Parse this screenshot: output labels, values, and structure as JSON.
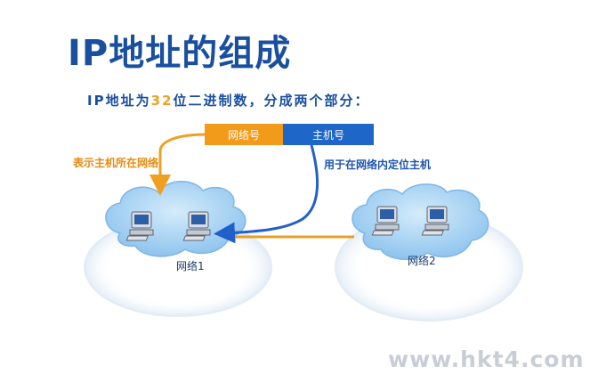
{
  "title": "IP地址的组成",
  "subtitle": {
    "prefix": "IP地址为",
    "number": "32",
    "suffix": "位二进制数，分成两个部分："
  },
  "address_box": {
    "network_part": "网络号",
    "host_part": "主机号"
  },
  "annotations": {
    "network_label": "表示主机所在网络",
    "host_label": "用于在网络内定位主机"
  },
  "networks": [
    {
      "name": "网络1",
      "hosts": 2
    },
    {
      "name": "网络2",
      "hosts": 2
    }
  ],
  "colors": {
    "title": "#1a4fa0",
    "network_part": "#f29a1a",
    "host_part": "#1e66c7",
    "cloud": "#a9d5f5",
    "orange_arrow": "#f0a020",
    "blue_arrow": "#2060c8"
  },
  "watermark": "www.hkt4.com"
}
